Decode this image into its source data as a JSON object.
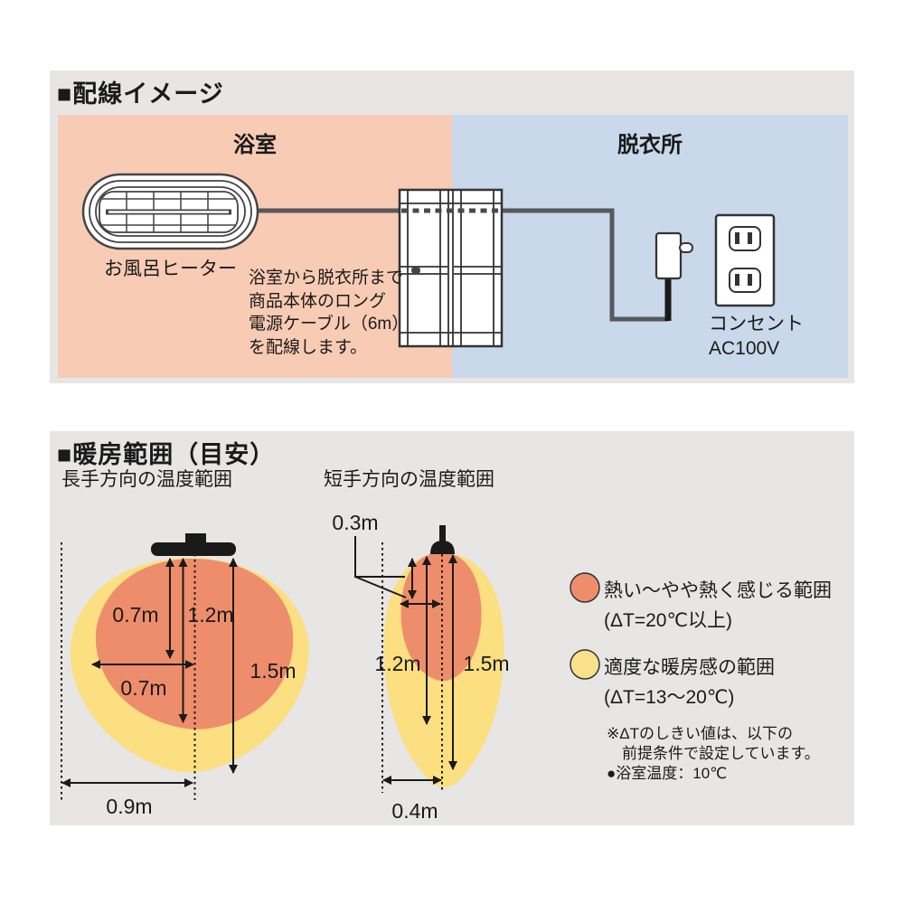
{
  "colors": {
    "bathroom": "#f8cbb4",
    "dressing_room": "#c9d8ea",
    "hot_zone": "#ee8d6b",
    "warm_zone": "#fbdf80",
    "legend_warm": "#f9e18c",
    "cable": "#58595b"
  },
  "wiring_section": {
    "title": "■配線イメージ",
    "bathroom_label": "浴室",
    "dressing_label": "脱衣所",
    "heater_label": "お風呂ヒーター",
    "cable_note_line1": "浴室から脱衣所まで",
    "cable_note_line2": "商品本体のロング",
    "cable_note_line3": "電源ケーブル（6m）",
    "cable_note_line4": "を配線します。",
    "outlet_name": "コンセント",
    "outlet_voltage": "AC100V"
  },
  "heating_section": {
    "title": "■暖房範囲（目安）",
    "long_direction_label": "長手方向の温度範囲",
    "short_direction_label": "短手方向の温度範囲",
    "long_direction": {
      "inner_height": "0.7m",
      "mid_height": "1.2m",
      "outer_height": "1.5m",
      "inner_width": "0.7m",
      "outer_width": "0.9m"
    },
    "short_direction": {
      "offset": "0.3m",
      "inner_height": "1.2m",
      "outer_height": "1.5m",
      "outer_width": "0.4m"
    },
    "legend": {
      "hot_label": "熱い〜やや熱く感じる範囲",
      "hot_range": "(ΔT=20℃以上)",
      "warm_label": "適度な暖房感の範囲",
      "warm_range": "(ΔT=13〜20℃)",
      "note_line1": "※ΔTのしきい値は、以下の",
      "note_line2": "前提条件で設定しています。",
      "note_line3": "●浴室温度：10℃"
    }
  }
}
